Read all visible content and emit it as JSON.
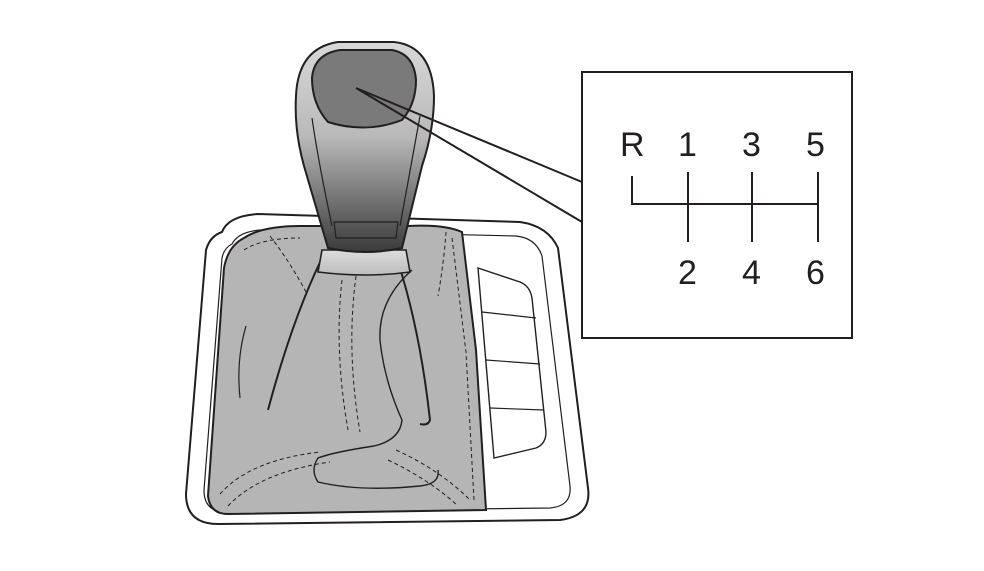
{
  "shift_pattern": {
    "top_row": [
      "R",
      "1",
      "3",
      "5"
    ],
    "bottom_row": [
      "2",
      "4",
      "6"
    ]
  },
  "colors": {
    "outline": "#231f20",
    "boot_fill": "#b5b5b5",
    "knob_top": "#7a7a7a",
    "knob_body_light": "#c6c6c6",
    "knob_body_dark": "#3d3d3d",
    "background": "#ffffff"
  }
}
